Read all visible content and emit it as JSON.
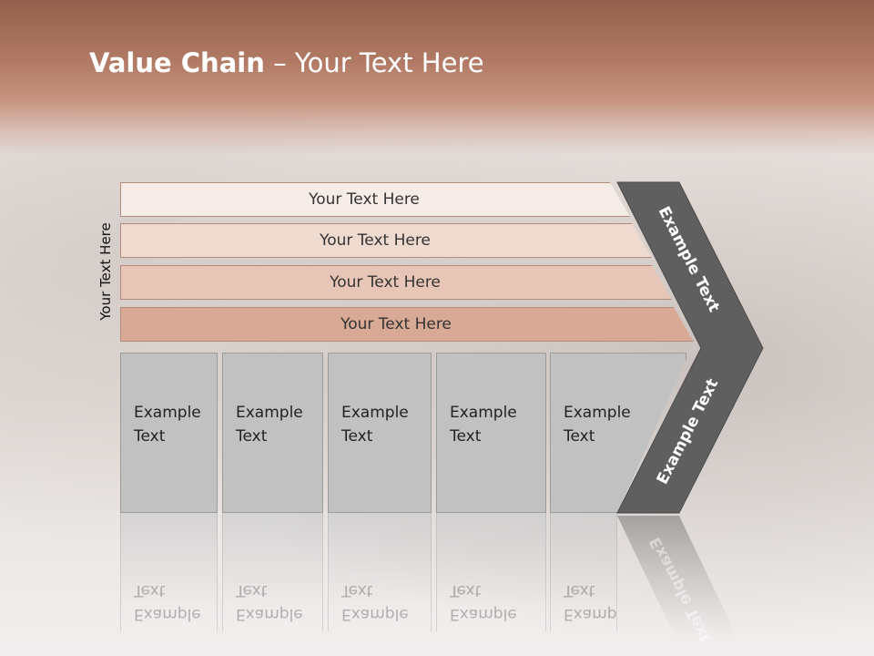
{
  "title": {
    "bold": "Value Chain",
    "rest": " – Your Text Here"
  },
  "side_label": "Your Text Here",
  "bars": [
    {
      "label": "Your Text Here",
      "color": "#f6ece7"
    },
    {
      "label": "Your Text Here",
      "color": "#efdad0"
    },
    {
      "label": "Your Text Here",
      "color": "#e8c6b7"
    },
    {
      "label": "Your Text Here",
      "color": "#d8aa95"
    }
  ],
  "boxes": [
    {
      "line1": "Example",
      "line2": "Text"
    },
    {
      "line1": "Example",
      "line2": "Text"
    },
    {
      "line1": "Example",
      "line2": "Text"
    },
    {
      "line1": "Example",
      "line2": "Text"
    },
    {
      "line1": "Example",
      "line2": "Text"
    }
  ],
  "chevron": {
    "upper_label": "Example Text",
    "lower_label": "Example Text",
    "color": "#5f5f5f"
  }
}
